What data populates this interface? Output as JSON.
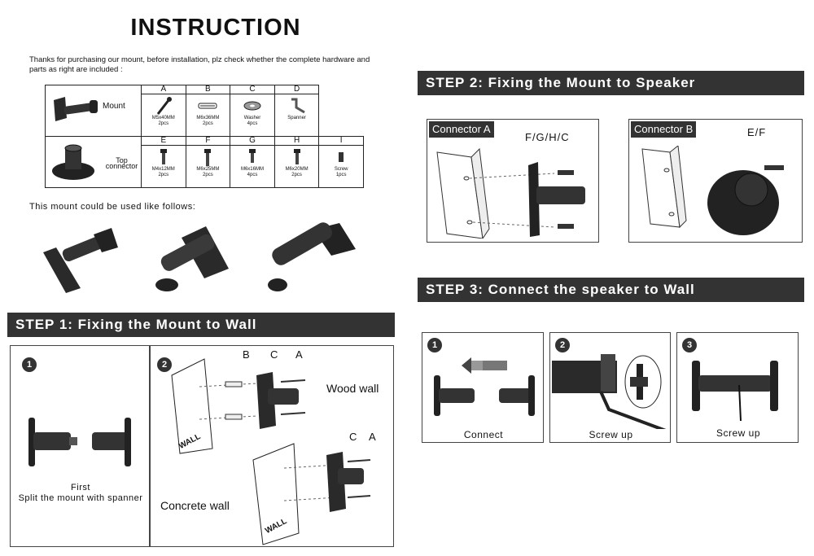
{
  "title": "INSTRUCTION",
  "intro": "Thanks for purchasing our mount, before installation, plz check whether the complete hardware and parts as right are included :",
  "hardware": {
    "row1_label": "Mount",
    "row2_label": "Top connector",
    "row1": [
      {
        "letter": "A",
        "name": "M5x40MM",
        "qty": "2pcs"
      },
      {
        "letter": "B",
        "name": "M6x36MM",
        "qty": "2pcs"
      },
      {
        "letter": "C",
        "name": "Washer",
        "qty": "4pcs"
      },
      {
        "letter": "D",
        "name": "Spanner",
        "qty": ""
      }
    ],
    "row2": [
      {
        "letter": "E",
        "name": "M4x12MM",
        "qty": "2pcs"
      },
      {
        "letter": "F",
        "name": "M6x25MM",
        "qty": "2pcs"
      },
      {
        "letter": "G",
        "name": "M6x16MM",
        "qty": "4pcs"
      },
      {
        "letter": "H",
        "name": "M6x20MM",
        "qty": "2pcs"
      },
      {
        "letter": "I",
        "name": "Screw",
        "qty": "1pcs"
      }
    ]
  },
  "uses_text": "This mount could be used like follows:",
  "step1": {
    "title": "STEP 1:  Fixing the Mount to Wall",
    "num1": "1",
    "num2": "2",
    "caption_first": "First",
    "caption_split": "Split the mount with spanner",
    "label_b": "B",
    "label_c": "C",
    "label_a": "A",
    "label_c2": "C",
    "label_a2": "A",
    "wood_wall": "Wood wall",
    "concrete_wall": "Concrete wall",
    "wall": "WALL",
    "wall2": "WALL"
  },
  "step2": {
    "title": "STEP 2:  Fixing the Mount to Speaker",
    "connector_a": "Connector A",
    "connector_b": "Connector B",
    "screws_a": "F/G/H/C",
    "screws_b": "E/F"
  },
  "step3": {
    "title": "STEP 3:  Connect the speaker to Wall",
    "num1": "1",
    "num2": "2",
    "num3": "3",
    "caption1": "Connect",
    "caption2": "Screw up",
    "caption3": "Screw up"
  }
}
